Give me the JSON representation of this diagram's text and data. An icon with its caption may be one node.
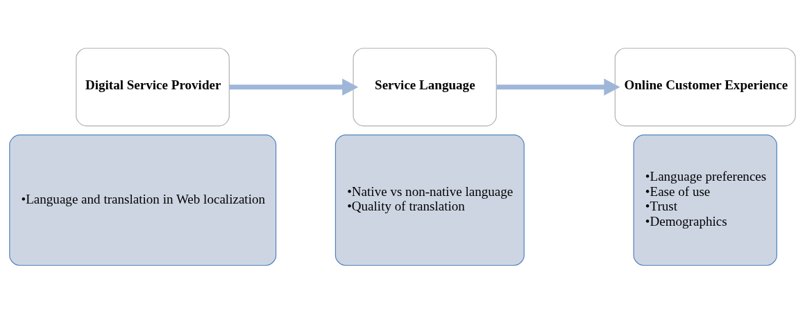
{
  "diagram": {
    "nodes": [
      {
        "text": [
          "Digital Service Provider"
        ]
      },
      {
        "text": [
          "•Language and translation in Web localization"
        ]
      },
      {
        "text": [
          "Service Language"
        ]
      },
      {
        "text": [
          "•Native vs non-native language",
          "•Quality of translation"
        ]
      },
      {
        "text": [
          "Online Customer Experience"
        ]
      },
      {
        "text": [
          "•Language preferences",
          "•Ease of use",
          "•Trust",
          "•Demographics"
        ]
      }
    ],
    "edges": [
      {
        "from": 0,
        "to": 2,
        "arrow": "to"
      },
      {
        "from": 2,
        "to": 4,
        "arrow": "to"
      }
    ]
  }
}
